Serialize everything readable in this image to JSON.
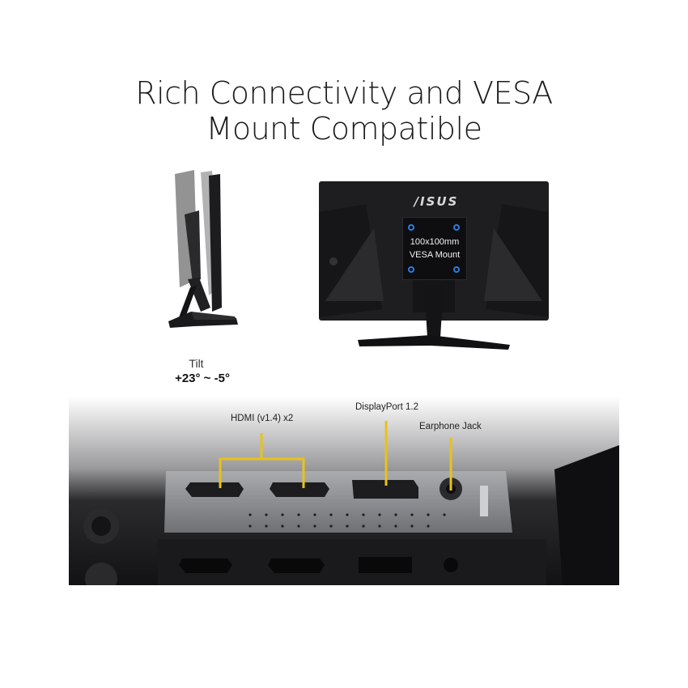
{
  "headline": {
    "line1": "Rich Connectivity and VESA",
    "line2": "Mount Compatible"
  },
  "tilt": {
    "label": "Tilt",
    "range": "+23° ~ -5°"
  },
  "rear": {
    "brand": "/ISUS",
    "vesa_size": "100x100mm",
    "vesa_label": "VESA Mount"
  },
  "ports": {
    "hdmi_label": "HDMI (v1.4) x2",
    "displayport_label": "DisplayPort 1.2",
    "earphone_label": "Earphone Jack"
  },
  "colors": {
    "callout": "#e8c21a",
    "vesa_dot": "#2a7de1"
  }
}
